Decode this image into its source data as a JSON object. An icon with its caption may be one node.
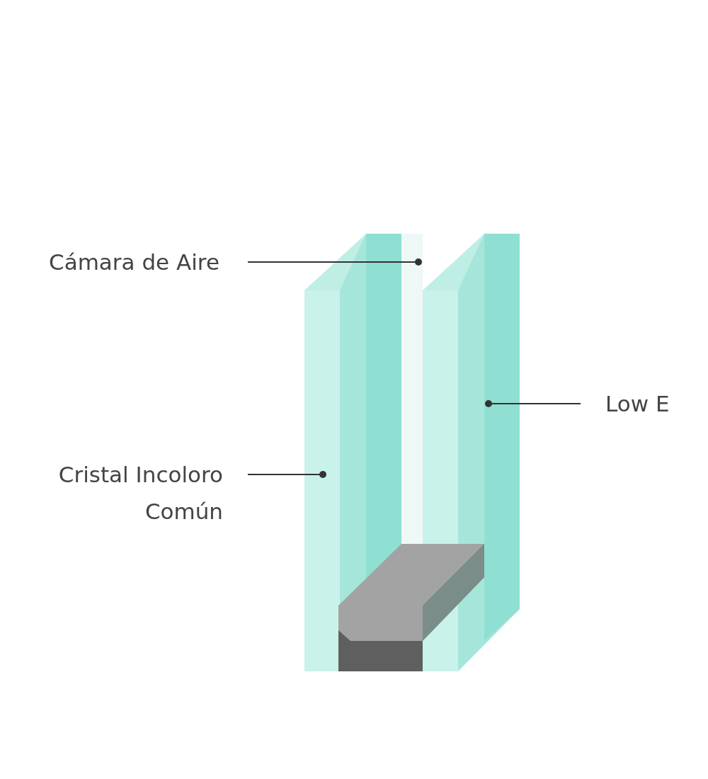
{
  "diagram": {
    "nodes": [
      {
        "text": [
          "Cámara de Aire"
        ]
      },
      {
        "text": [
          "Low E"
        ]
      },
      {
        "text": [
          "Cristal Incoloro Común"
        ]
      },
      {
        "text": [],
        "shape": "picture"
      },
      {
        "text": [],
        "shape": "box"
      },
      {
        "text": [],
        "shape": "picture"
      }
    ],
    "edges": [
      {
        "from": 0,
        "to": 4,
        "arrow": "other"
      },
      {
        "from": 1,
        "to": 5,
        "arrow": "other"
      },
      {
        "from": 2,
        "to": 3,
        "arrow": "other"
      }
    ]
  }
}
